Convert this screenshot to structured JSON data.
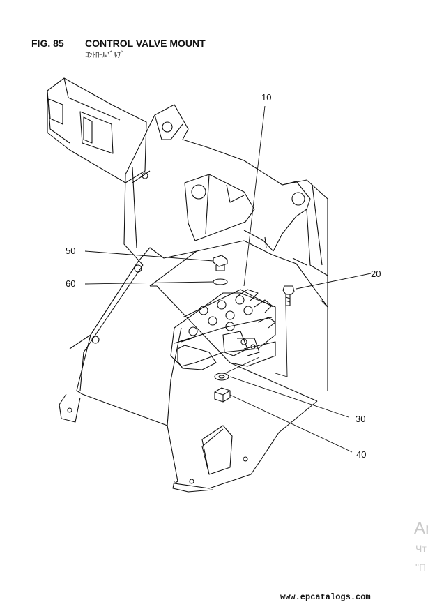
{
  "header": {
    "fig_number": "FIG. 85",
    "title": "CONTROL VALVE MOUNT",
    "subtitle": "ｺﾝﾄﾛｰﾙﾊﾞﾙﾌﾞ"
  },
  "callouts": {
    "c10": "10",
    "c20": "20",
    "c30": "30",
    "c40": "40",
    "c50": "50",
    "c60": "60"
  },
  "watermark": {
    "line1": "An",
    "line2": "Чт",
    "line3": "\"П"
  },
  "footer": {
    "site": "www.epcatalogs.com"
  },
  "colors": {
    "ink": "#111111",
    "watermark": "#c8c8c8"
  }
}
